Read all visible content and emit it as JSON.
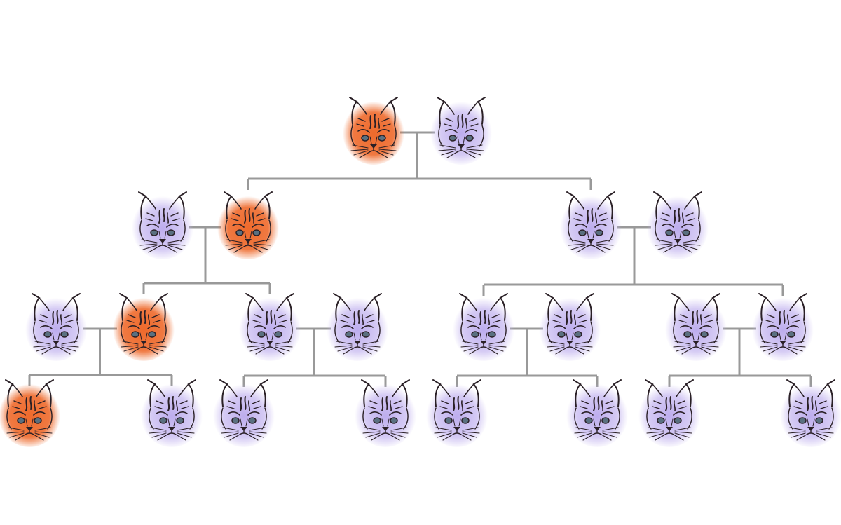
{
  "colors": {
    "orange": "#ee6a2c",
    "purple": "#b9a8ec",
    "connector": "#999999",
    "ink": "#2a2026",
    "eye": "#5a7080"
  },
  "tree": {
    "generations": [
      [
        "orange",
        "purple"
      ],
      [
        "purple",
        "orange",
        "purple",
        "purple"
      ],
      [
        "purple",
        "orange",
        "purple",
        "purple",
        "purple",
        "purple",
        "purple",
        "purple"
      ],
      [
        "orange",
        "purple",
        "purple",
        "purple",
        "purple",
        "purple",
        "purple",
        "purple"
      ]
    ]
  }
}
